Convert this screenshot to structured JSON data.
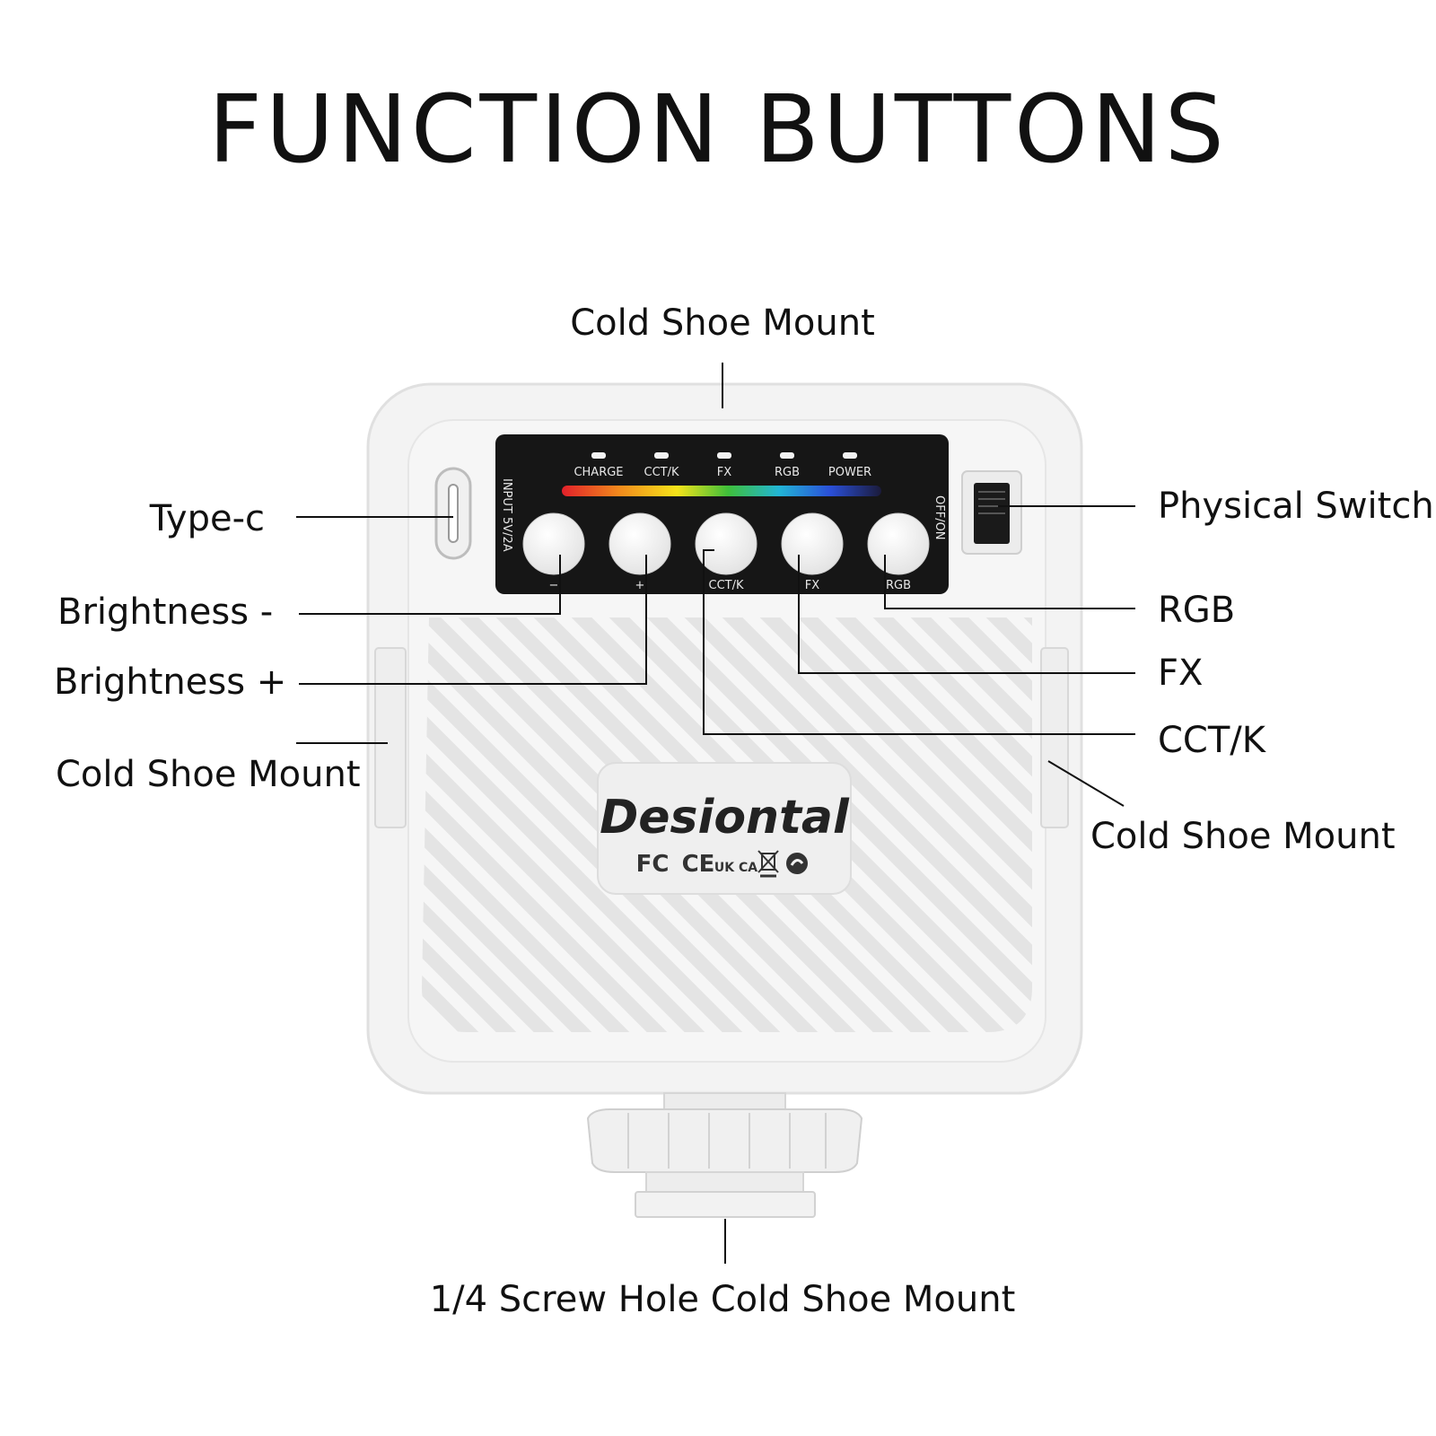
{
  "title": "FUNCTION BUTTONS",
  "callouts": {
    "cold_shoe_top": "Cold Shoe Mount",
    "type_c": "Type-c",
    "brightness_minus": "Brightness -",
    "brightness_plus": "Brightness +",
    "cold_shoe_left": "Cold Shoe Mount",
    "physical_switch": "Physical Switch",
    "rgb": "RGB",
    "fx": "FX",
    "cct": "CCT/K",
    "cold_shoe_right": "Cold Shoe Mount",
    "screw_hole": "1/4 Screw Hole Cold Shoe Mount"
  },
  "panel": {
    "indicators": [
      "CHARGE",
      "CCT/K",
      "FX",
      "RGB",
      "POWER"
    ],
    "buttons": [
      "−",
      "+",
      "CCT/K",
      "FX",
      "RGB"
    ],
    "input_label": "INPUT 5V/2A",
    "switch_label": "OFF/ON"
  },
  "brand": {
    "name": "Desiontal",
    "certs": [
      "FC",
      "CE",
      "UK CA"
    ]
  },
  "colors": {
    "device": "#f2f2f2",
    "panel": "#161616",
    "line": "#111111"
  }
}
